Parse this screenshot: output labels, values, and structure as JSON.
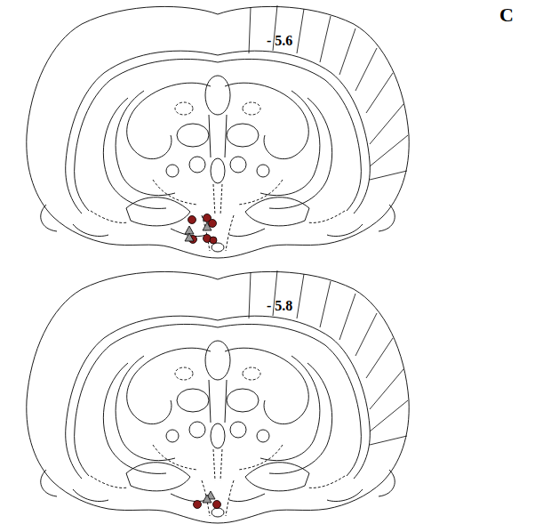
{
  "diagram": {
    "labels": [
      "C",
      "- 5.6",
      "- 5.8"
    ]
  }
}
